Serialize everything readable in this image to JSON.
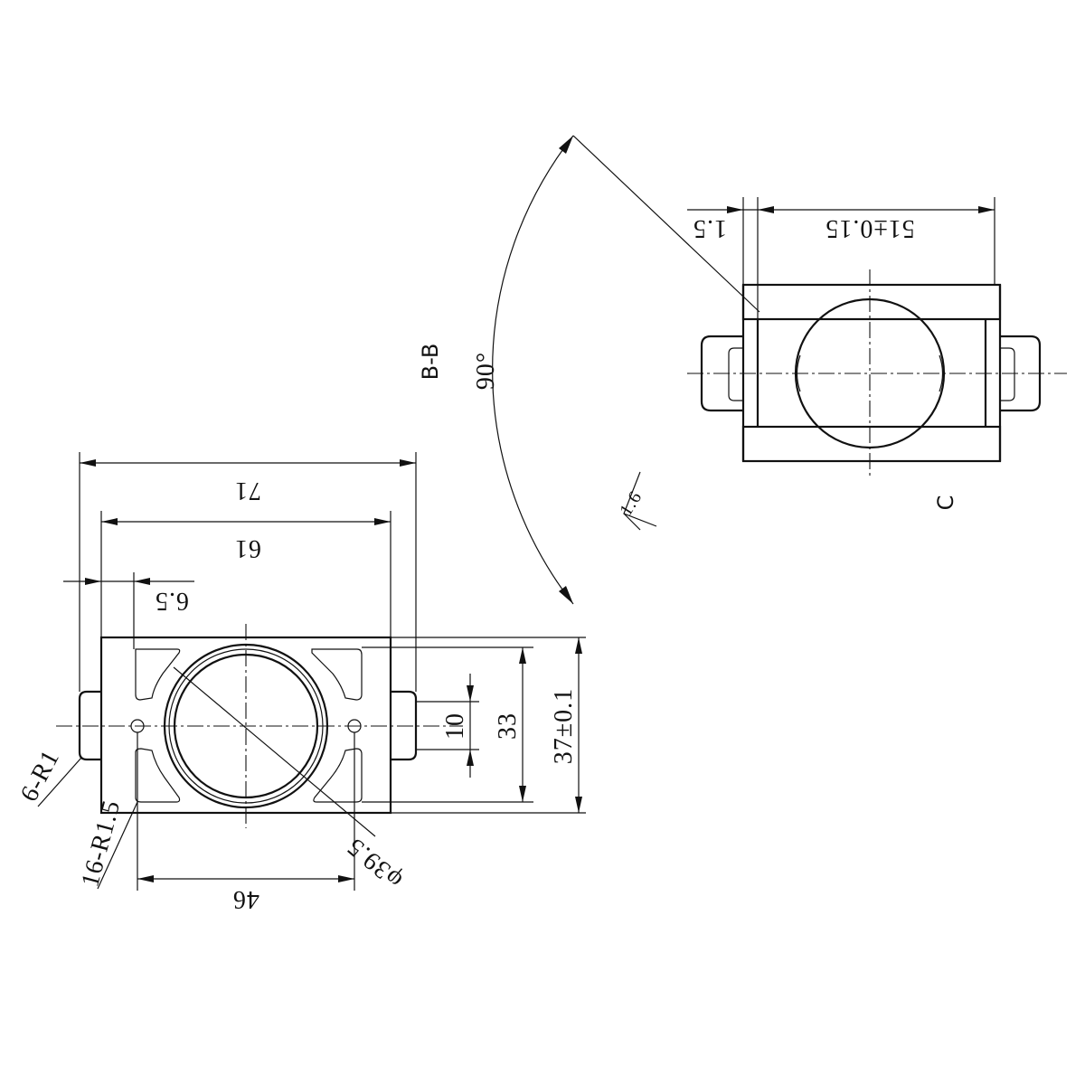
{
  "front_view": {
    "dim_overall_width": "71",
    "dim_inner_width": "61",
    "dim_offset": "6.5",
    "dim_hole_spacing": "46",
    "dim_slot_height": "10",
    "dim_inner_height": "33",
    "dim_overall_height": "37±0.1",
    "dim_bore_diameter": "φ39.5",
    "note_corner_radius": "6-R1",
    "note_fillet_radius": "16-R1.5"
  },
  "section_view": {
    "label": "B-B",
    "dim_length": "51±0.15",
    "dim_wall": "1.5",
    "rotation": "90°",
    "surface_finish": "1.6",
    "view_label": "C"
  }
}
